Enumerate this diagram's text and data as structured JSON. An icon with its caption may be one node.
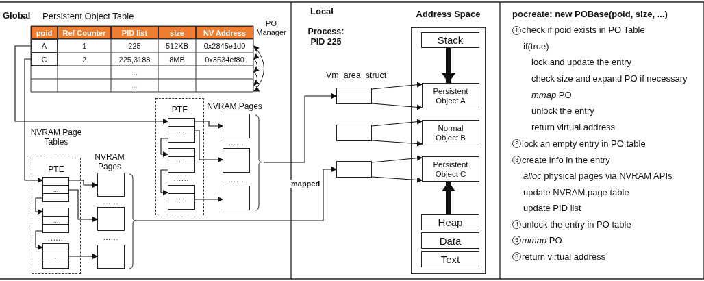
{
  "diagram": {
    "nodes": [
      {
        "text": [
          "A"
        ]
      },
      {
        "text": [
          "C"
        ]
      },
      {
        "text": [
          "PTE"
        ]
      },
      {
        "text": [
          "..."
        ],
        "in": 2
      },
      {
        "text": [
          "..."
        ],
        "in": 2
      },
      {
        "text": [
          "..."
        ],
        "in": 2
      },
      {
        "text": [
          "NVRAM Pages"
        ]
      },
      {
        "text": [],
        "shape": "box",
        "in": 6
      },
      {
        "text": [],
        "shape": "box",
        "in": 6
      },
      {
        "text": [],
        "shape": "box",
        "in": 6
      },
      {
        "text": [
          "NVRAM Page Tables",
          "PTE"
        ]
      },
      {
        "text": [
          "..."
        ],
        "in": 10
      },
      {
        "text": [
          "..."
        ],
        "in": 10
      },
      {
        "text": [
          "..."
        ],
        "in": 10
      },
      {
        "text": [
          "NVRAM Pages"
        ]
      },
      {
        "text": [],
        "shape": "box",
        "in": 14
      },
      {
        "text": [],
        "shape": "box",
        "in": 14
      },
      {
        "text": [],
        "shape": "box",
        "in": 14
      },
      {
        "text": [],
        "shape": "box"
      },
      {
        "text": [],
        "shape": "box"
      },
      {
        "text": [],
        "shape": "box"
      },
      {
        "text": [
          "Address Space"
        ]
      },
      {
        "text": [
          "Stack"
        ],
        "in": 21
      },
      {
        "text": [
          "Persistent Object A"
        ],
        "in": 21
      },
      {
        "text": [
          "Normal Object B"
        ],
        "in": 21
      },
      {
        "text": [
          "Persistent Object C"
        ],
        "in": 21
      },
      {
        "text": [
          "Heap"
        ],
        "in": 21
      },
      {
        "text": [
          "Data"
        ],
        "in": 21
      },
      {
        "text": [
          "Text"
        ],
        "in": 21
      }
    ],
    "edges": [
      {
        "from": 0,
        "to": 3,
        "arrow": "to"
      },
      {
        "from": 1,
        "to": 11,
        "arrow": "to"
      },
      {
        "from": 3,
        "to": 7,
        "arrow": "to"
      },
      {
        "from": 3,
        "to": 8,
        "arrow": "to"
      },
      {
        "from": 3,
        "to": 4,
        "arrow": "to"
      },
      {
        "from": 4,
        "to": 5,
        "arrow": "to"
      },
      {
        "from": 5,
        "to": 9,
        "arrow": "to"
      },
      {
        "from": 11,
        "to": 15,
        "arrow": "to"
      },
      {
        "from": 11,
        "to": 16,
        "arrow": "to"
      },
      {
        "from": 11,
        "to": 12,
        "arrow": "to"
      },
      {
        "from": 12,
        "to": 13,
        "arrow": "to"
      },
      {
        "from": 13,
        "to": 17,
        "arrow": "to"
      },
      {
        "from": 6,
        "to": 18,
        "arrow": "to"
      },
      {
        "from": 14,
        "to": 20,
        "arrow": "to",
        "label": "mapped"
      },
      {
        "from": 18,
        "to": 23,
        "arrow": "to"
      },
      {
        "from": 18,
        "to": 23,
        "arrow": "to"
      },
      {
        "from": 19,
        "to": 24,
        "arrow": "to"
      },
      {
        "from": 19,
        "to": 24,
        "arrow": "to"
      },
      {
        "from": 20,
        "to": 25,
        "arrow": "to"
      },
      {
        "from": 20,
        "to": 25,
        "arrow": "to"
      },
      {
        "from": 22,
        "to": 23,
        "arrow": "to",
        "style": "thick"
      },
      {
        "from": 26,
        "to": 25,
        "arrow": "to",
        "style": "thick"
      }
    ],
    "labels": [
      "Global",
      "Persistent Object Table",
      "poid",
      "Ref Counter",
      "PID list",
      "size",
      "NV Address",
      "1",
      "225",
      "512KB",
      "0x2845e1d0",
      "2",
      "225,3188",
      "8MB",
      "0x3634ef80",
      "...",
      "...",
      "PO Manager",
      "......",
      "......",
      "......",
      "......",
      "......",
      "......",
      "Local",
      "Process: PID 225",
      "Vm_area_struct",
      "pocreate: new POBase(poid, size, ...)",
      "1",
      "check if poid exists in PO Table",
      "if(true)",
      "lock and update the entry",
      "check size and expand PO if necessary",
      "*mmap* PO",
      "unlock the entry",
      "return virtual address",
      "2",
      "lock an empty entry in PO table",
      "3",
      "create info in the entry",
      "*alloc* physical pages via NVRAM APIs",
      "update NVRAM page table",
      "update PID list",
      "4",
      "unlock the entry in PO table",
      "5",
      "*mmap* PO",
      "6",
      "return virtual address"
    ]
  }
}
